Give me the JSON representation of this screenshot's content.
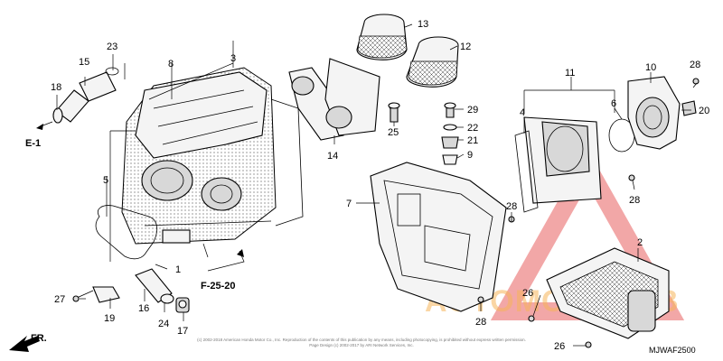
{
  "diagram": {
    "code": "MJWAF2500",
    "copyright_line_1": "(c) 2002-2018 American Honda Motor Co., Inc. Reproduction of the contents of this publication by any means, including photocopying, is prohibited without express written permission.",
    "copyright_line_2": "Page Design (c) 2002-2017 by ARI Network Services, Inc.",
    "watermark_text": "AUTOMOTOHUB",
    "colors": {
      "watermark_red": "#e23b3b",
      "watermark_orange": "#f6b45a",
      "line": "#000000"
    }
  },
  "callouts": [
    {
      "id": "c1",
      "label": "1"
    },
    {
      "id": "c2",
      "label": "2"
    },
    {
      "id": "c3",
      "label": "3"
    },
    {
      "id": "c4",
      "label": "4"
    },
    {
      "id": "c5",
      "label": "5"
    },
    {
      "id": "c6",
      "label": "6"
    },
    {
      "id": "c7",
      "label": "7"
    },
    {
      "id": "c8",
      "label": "8"
    },
    {
      "id": "c9",
      "label": "9"
    },
    {
      "id": "c10",
      "label": "10"
    },
    {
      "id": "c11",
      "label": "11"
    },
    {
      "id": "c12",
      "label": "12"
    },
    {
      "id": "c13",
      "label": "13"
    },
    {
      "id": "c14",
      "label": "14"
    },
    {
      "id": "c15",
      "label": "15"
    },
    {
      "id": "c16",
      "label": "16"
    },
    {
      "id": "c17",
      "label": "17"
    },
    {
      "id": "c18",
      "label": "18"
    },
    {
      "id": "c19",
      "label": "19"
    },
    {
      "id": "c20",
      "label": "20"
    },
    {
      "id": "c21",
      "label": "21"
    },
    {
      "id": "c22",
      "label": "22"
    },
    {
      "id": "c23",
      "label": "23"
    },
    {
      "id": "c24",
      "label": "24"
    },
    {
      "id": "c25",
      "label": "25"
    },
    {
      "id": "c26a",
      "label": "26"
    },
    {
      "id": "c26b",
      "label": "26"
    },
    {
      "id": "c27",
      "label": "27"
    },
    {
      "id": "c28a",
      "label": "28"
    },
    {
      "id": "c28b",
      "label": "28"
    },
    {
      "id": "c28c",
      "label": "28"
    },
    {
      "id": "c28d",
      "label": "28"
    },
    {
      "id": "c29",
      "label": "29"
    }
  ],
  "references": {
    "e1": "E-1",
    "f2520": "F-25-20",
    "fr": "FR."
  }
}
